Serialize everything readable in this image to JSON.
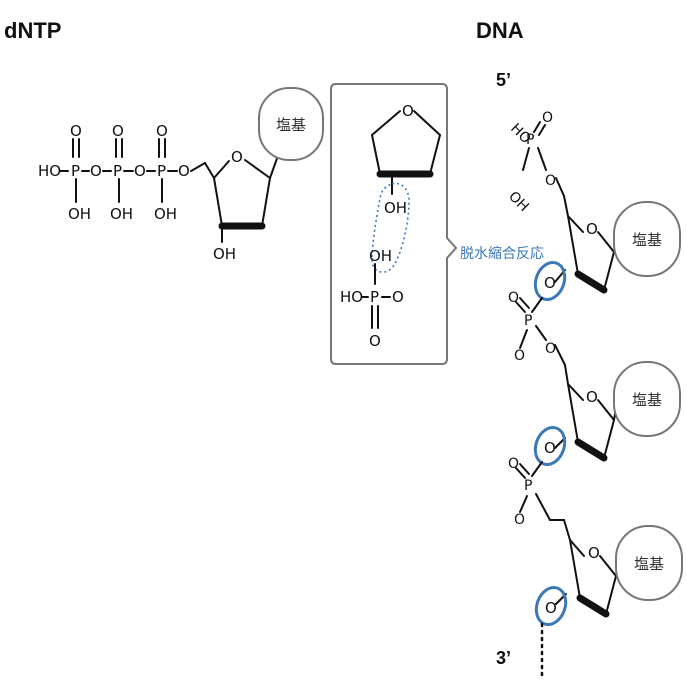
{
  "headings": {
    "dntp": "dNTP",
    "dna": "DNA",
    "five_prime": "5’",
    "three_prime": "3’"
  },
  "atoms": {
    "ho": "HO",
    "oh": "OH",
    "o": "O",
    "p": "P"
  },
  "base_label": "塩基",
  "reaction_label": "脱水縮合反応",
  "colors": {
    "highlight": "#3b78b8",
    "line": "#111111",
    "pill_border": "#777777"
  }
}
